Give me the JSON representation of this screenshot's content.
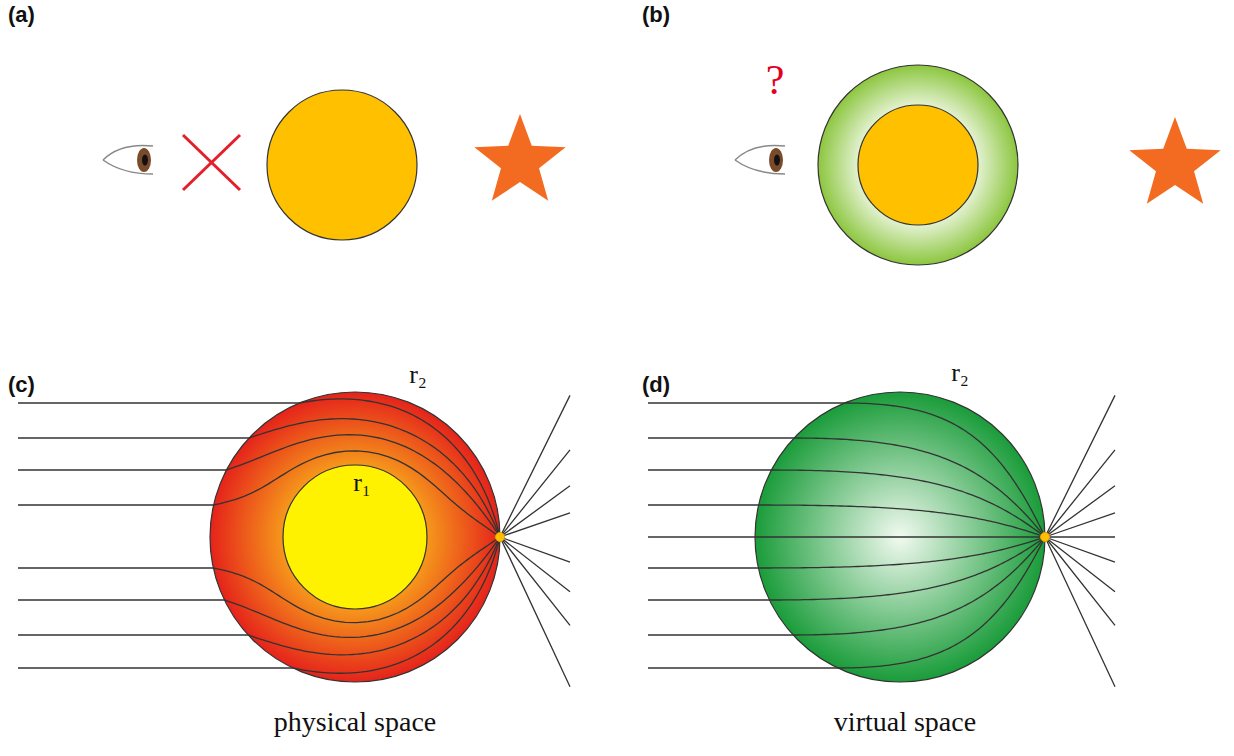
{
  "diagram": {
    "labels": [
      "(a)",
      "(b)",
      "?",
      "(c)",
      "r₂",
      "r₁",
      "(d)",
      "r₂",
      "physical space",
      "virtual space"
    ]
  }
}
